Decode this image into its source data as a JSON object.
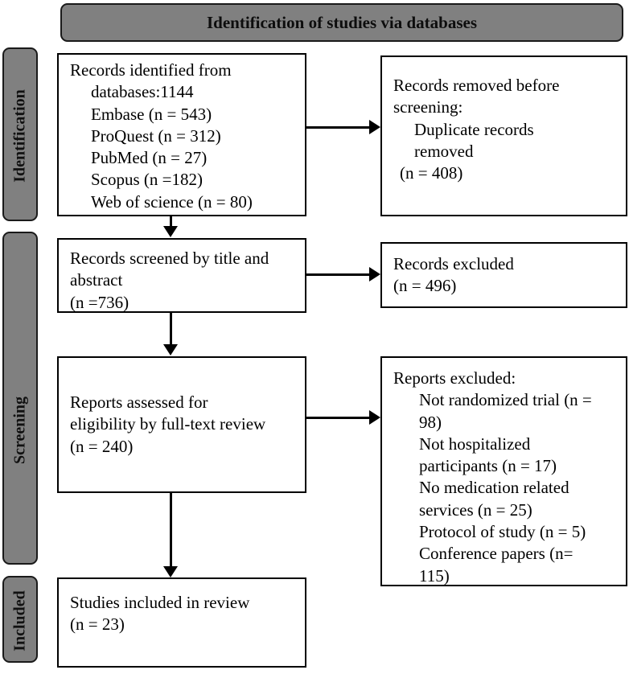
{
  "header": {
    "title": "Identification of studies via databases"
  },
  "phases": [
    {
      "name": "identification",
      "label": "Identification"
    },
    {
      "name": "screening",
      "label": "Screening"
    },
    {
      "name": "included",
      "label": "Included"
    }
  ],
  "boxes": {
    "records_identified": {
      "lines": [
        "Records identified from",
        "databases:1144",
        "Embase (n = 543)",
        "ProQuest (n = 312)",
        "PubMed (n = 27)",
        "Scopus (n =182)",
        "Web of science (n = 80)"
      ]
    },
    "records_removed": {
      "lines": [
        "Records removed before",
        "screening:",
        "Duplicate records",
        "removed",
        "(n = 408)"
      ]
    },
    "records_screened": {
      "lines": [
        "Records screened by title and",
        "abstract",
        "(n =736)"
      ]
    },
    "records_excluded": {
      "lines": [
        "Records excluded",
        "(n = 496)"
      ]
    },
    "reports_assessed": {
      "lines": [
        "Reports assessed for",
        "eligibility by full-text review",
        "(n = 240)"
      ]
    },
    "reports_excluded": {
      "lines": [
        "Reports excluded:",
        "Not randomized trial (n =",
        "98)",
        "Not hospitalized",
        "participants (n = 17)",
        "No medication related",
        "services (n = 25)",
        "Protocol of study (n = 5)",
        "Conference papers (n=",
        "115)"
      ]
    },
    "studies_included": {
      "lines": [
        "Studies included in review",
        "(n = 23)"
      ]
    }
  },
  "colors": {
    "phase_bar_fill": "#808080",
    "header_fill": "#808080",
    "box_fill": "#ffffff",
    "stroke": "#000000"
  }
}
